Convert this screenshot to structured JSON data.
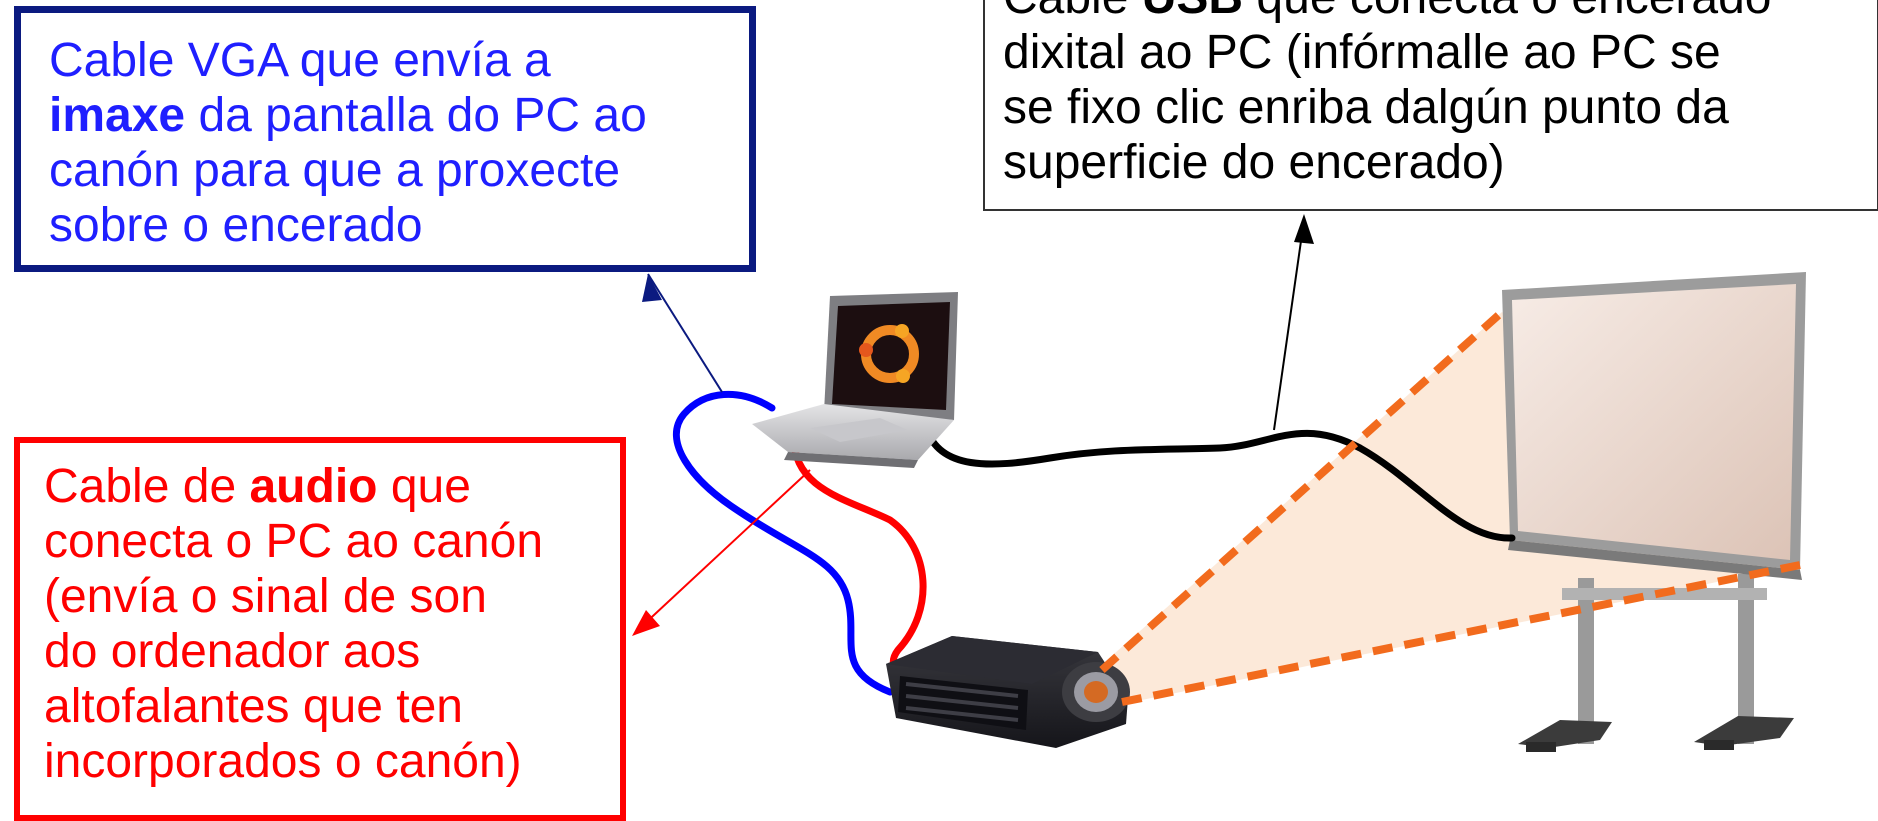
{
  "colors": {
    "vga_blue": "#0000ff",
    "vga_frame": "#0b1a80",
    "audio_red": "#ff0000",
    "usb_black": "#000000",
    "projection_orange": "#f26b1d"
  },
  "callouts": {
    "vga": {
      "line1": "Cable VGA que envía a",
      "bold": "imaxe",
      "line2_rest": " da pantalla do PC ao",
      "line3": "canón para que a proxecte",
      "line4": "sobre o encerado"
    },
    "usb": {
      "line1_a": "Cable ",
      "bold": "USB",
      "line1_b": " que conecta o encerado",
      "line2": "dixital ao PC (infórmalle ao PC se",
      "line3": "se fixo clic enriba dalgún punto da",
      "line4": "superficie do encerado)"
    },
    "audio": {
      "line1_a": "Cable de ",
      "bold": "audio",
      "line1_b": " que",
      "line2": "conecta o PC ao canón",
      "line3": "(envía o sinal de son",
      "line4": "do ordenador aos",
      "line5": "altofalantes que ten",
      "line6": "incorporados o canón)"
    }
  },
  "icons": [
    "laptop-icon",
    "projector-icon",
    "whiteboard-icon"
  ]
}
